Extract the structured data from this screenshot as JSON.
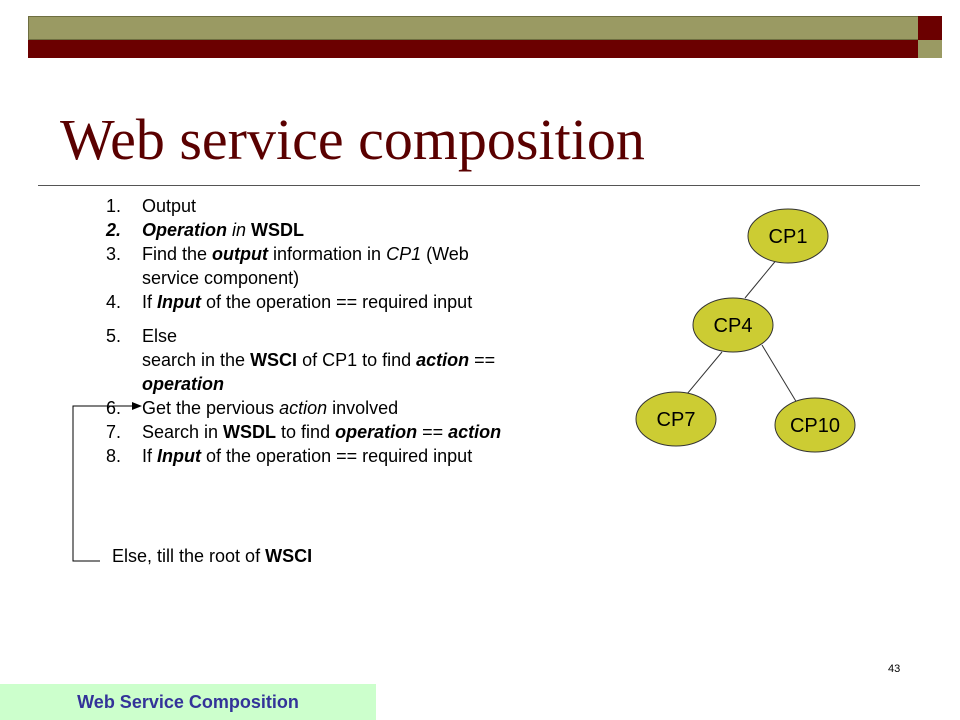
{
  "slide": {
    "title": "Web service composition",
    "page_number": "43",
    "footer": "Web Service Composition"
  },
  "steps": [
    {
      "num": "1.",
      "runs": [
        {
          "t": "Output",
          "s": ""
        }
      ]
    },
    {
      "num": "2.",
      "num_style": "i",
      "runs": [
        {
          "t": "Operation",
          "s": "bi"
        },
        {
          "t": " in ",
          "s": "i"
        },
        {
          "t": "WSDL",
          "s": "b"
        }
      ]
    },
    {
      "num": "3.",
      "runs": [
        {
          "t": "Find the ",
          "s": ""
        },
        {
          "t": "output",
          "s": "bi"
        },
        {
          "t": " information in ",
          "s": ""
        },
        {
          "t": "CP1",
          "s": "i"
        },
        {
          "t": " (Web",
          "s": ""
        }
      ]
    },
    {
      "num": "",
      "runs": [
        {
          "t": "service component)",
          "s": ""
        }
      ]
    },
    {
      "num": "4.",
      "runs": [
        {
          "t": "If ",
          "s": ""
        },
        {
          "t": "Input",
          "s": "bi"
        },
        {
          "t": " of the operation == required input",
          "s": ""
        }
      ]
    },
    {
      "gap": true
    },
    {
      "num": "5.",
      "runs": [
        {
          "t": "Else",
          "s": ""
        }
      ]
    },
    {
      "num": "",
      "runs": [
        {
          "t": "search in the ",
          "s": ""
        },
        {
          "t": "WSCI",
          "s": "b"
        },
        {
          "t": " of CP1 to find ",
          "s": ""
        },
        {
          "t": "action",
          "s": "bi"
        },
        {
          "t": " ==",
          "s": ""
        }
      ]
    },
    {
      "num": "",
      "runs": [
        {
          "t": "operation",
          "s": "bi"
        }
      ]
    },
    {
      "num": "6.",
      "runs": [
        {
          "t": "Get the pervious ",
          "s": ""
        },
        {
          "t": "action",
          "s": "i"
        },
        {
          "t": " involved",
          "s": ""
        }
      ]
    },
    {
      "num": "7.",
      "runs": [
        {
          "t": "Search in ",
          "s": ""
        },
        {
          "t": "WSDL",
          "s": "b"
        },
        {
          "t": " to find ",
          "s": ""
        },
        {
          "t": "operation",
          "s": "bi"
        },
        {
          "t": " == ",
          "s": ""
        },
        {
          "t": "action",
          "s": "bi"
        }
      ]
    },
    {
      "num": "8.",
      "runs": [
        {
          "t": "If ",
          "s": ""
        },
        {
          "t": "Input",
          "s": "bi"
        },
        {
          "t": " of the operation == required input",
          "s": ""
        }
      ]
    }
  ],
  "else_line": [
    {
      "t": "Else, till the root of ",
      "s": ""
    },
    {
      "t": "WSCI",
      "s": "b"
    }
  ],
  "tree": {
    "node_fill": "#cccc33",
    "nodes": [
      {
        "id": "cp1",
        "label": "CP1"
      },
      {
        "id": "cp4",
        "label": "CP4"
      },
      {
        "id": "cp7",
        "label": "CP7"
      },
      {
        "id": "cp10",
        "label": "CP10"
      }
    ]
  },
  "colors": {
    "title": "#5a0000",
    "bar_olive": "#9a9a63",
    "bar_maroon": "#6b0000",
    "footer_bg": "#ccffcc",
    "footer_text": "#333399"
  }
}
